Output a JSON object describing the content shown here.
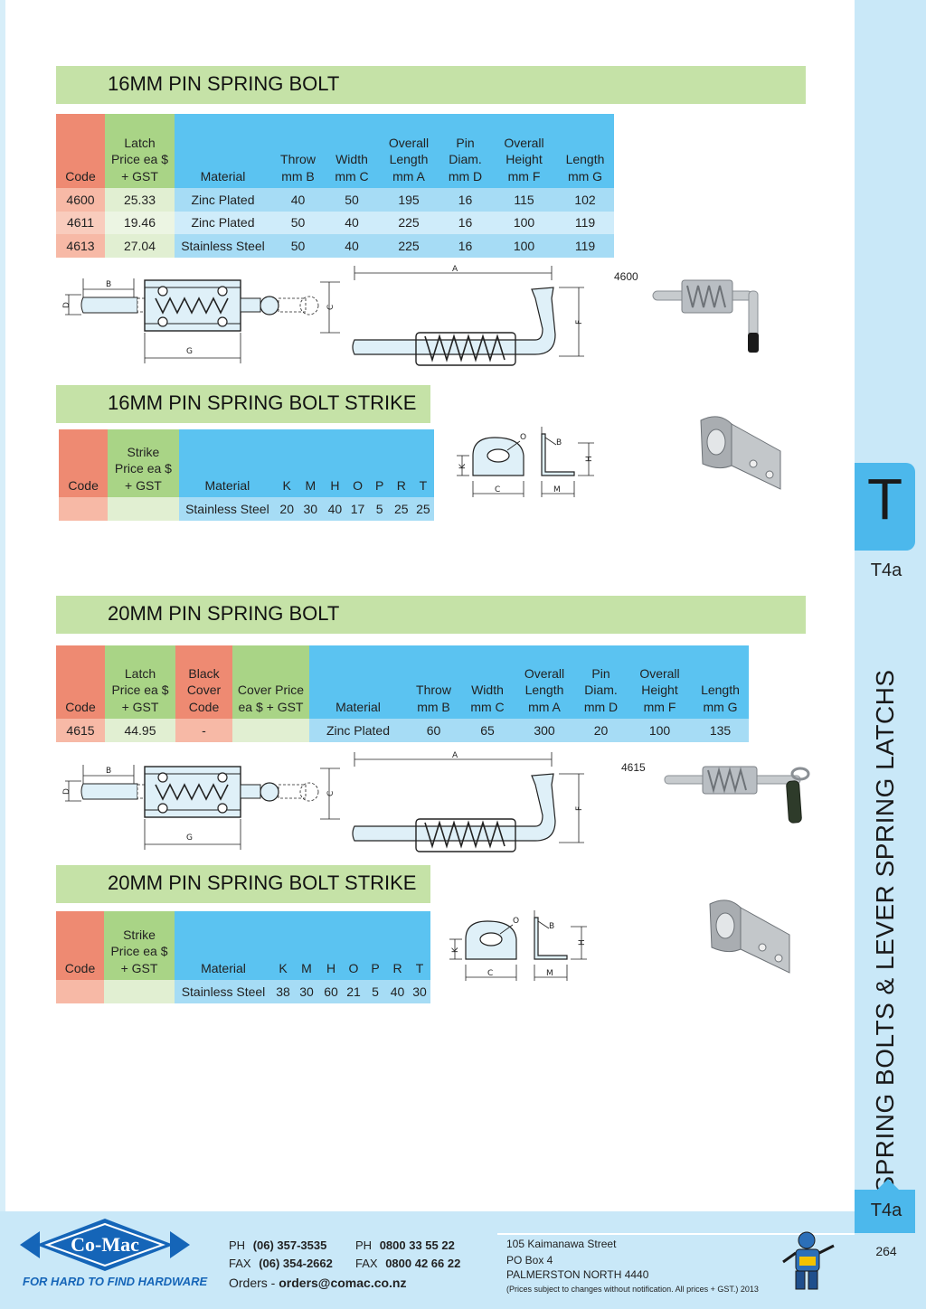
{
  "side_tab": {
    "letter": "T",
    "code": "T4a",
    "title": "SPRING BOLTS  & LEVER SPRING LATCHS",
    "bottom_code": "T4a"
  },
  "page_number": "264",
  "sections": {
    "pin16": {
      "title": "16MM PIN SPRING BOLT",
      "headers": [
        "Code",
        "Latch Price ea $ + GST",
        "Material",
        "Throw mm B",
        "Width mm C",
        "Overall Length mm A",
        "Pin Diam. mm D",
        "Overall Height mm F",
        "Length mm G"
      ],
      "rows": [
        [
          "4600",
          "25.33",
          "Zinc Plated",
          "40",
          "50",
          "195",
          "16",
          "115",
          "102"
        ],
        [
          "4611",
          "19.46",
          "Zinc Plated",
          "50",
          "40",
          "225",
          "16",
          "100",
          "119"
        ],
        [
          "4613",
          "27.04",
          "Stainless Steel",
          "50",
          "40",
          "225",
          "16",
          "100",
          "119"
        ]
      ],
      "photo_label": "4600"
    },
    "strike16": {
      "title": "16MM PIN SPRING BOLT STRIKE",
      "headers": [
        "Code",
        "Strike Price ea $ + GST",
        "Material",
        "K",
        "M",
        "H",
        "O",
        "P",
        "R",
        "T"
      ],
      "rows": [
        [
          "",
          "",
          "Stainless Steel",
          "20",
          "30",
          "40",
          "17",
          "5",
          "25",
          "25"
        ]
      ]
    },
    "pin20": {
      "title": "20MM PIN SPRING BOLT",
      "headers": [
        "Code",
        "Latch Price ea $ + GST",
        "Black Cover Code",
        "Cover Price ea $ + GST",
        "Material",
        "Throw mm B",
        "Width mm C",
        "Overall Length mm A",
        "Pin Diam. mm D",
        "Overall Height mm F",
        "Length mm G"
      ],
      "rows": [
        [
          "4615",
          "44.95",
          "-",
          "",
          "Zinc Plated",
          "60",
          "65",
          "300",
          "20",
          "100",
          "135"
        ]
      ],
      "photo_label": "4615"
    },
    "strike20": {
      "title": "20MM PIN SPRING BOLT STRIKE",
      "headers": [
        "Code",
        "Strike Price ea $ + GST",
        "Material",
        "K",
        "M",
        "H",
        "O",
        "P",
        "R",
        "T"
      ],
      "rows": [
        [
          "",
          "",
          "Stainless Steel",
          "38",
          "30",
          "60",
          "21",
          "5",
          "40",
          "30"
        ]
      ]
    }
  },
  "diagram_labels": {
    "a": "A",
    "b": "B",
    "c": "C",
    "d": "D",
    "f": "F",
    "g": "G",
    "h": "H",
    "k": "K",
    "m": "M",
    "o": "O"
  },
  "footer": {
    "brand": "Co-Mac",
    "tagline": "FOR HARD TO FIND HARDWARE",
    "ph_label": "PH",
    "ph_local": "(06) 357-3535",
    "ph_free_label": "PH",
    "ph_free": "0800 33 55 22",
    "fax_label": "FAX",
    "fax_local": "(06) 354-2662",
    "fax_free_label": "FAX",
    "fax_free": "0800 42 66 22",
    "orders_label": "Orders -",
    "orders_email": "orders@comac.co.nz",
    "address1": "105 Kaimanawa Street",
    "address2": "PO Box 4",
    "address3": "PALMERSTON NORTH 4440",
    "disclaimer": "(Prices subject to changes without notification.  All prices + GST.)  2013"
  },
  "colors": {
    "header_green": "#c5e2a7",
    "table_blue": "#5bc3f1",
    "code_salmon": "#ee8a72",
    "side_blue": "#4cb8ec",
    "brand_blue": "#1565b8"
  }
}
